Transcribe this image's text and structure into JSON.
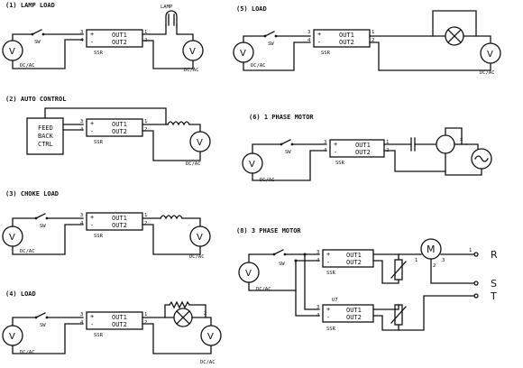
{
  "labels": {
    "sw": "SW",
    "ssr": "SSR",
    "ssr_u7": "U7",
    "out1": "OUT1",
    "out2": "OUT2",
    "plus": "+",
    "minus": "-",
    "dcac": "DC/AC",
    "lamp": "LAMP",
    "v": "V",
    "m": "M",
    "feedback_1": "FEED",
    "feedback_2": "BACK",
    "feedback_3": "CTRL",
    "pin1": "1",
    "pin2": "2",
    "pin3": "3",
    "pin4": "4",
    "x": "x",
    "phase_r": "R",
    "phase_s": "S",
    "phase_t": "T"
  },
  "titles": {
    "c1": "(1) LAMP LOAD",
    "c2": "(2) AUTO CONTROL",
    "c3": "(3) CHOKE LOAD",
    "c4": "(4) LOAD",
    "c5": "(5) LOAD",
    "c6": "(6) 1 PHASE MOTOR",
    "c8": "(8) 3 PHASE MOTOR"
  }
}
